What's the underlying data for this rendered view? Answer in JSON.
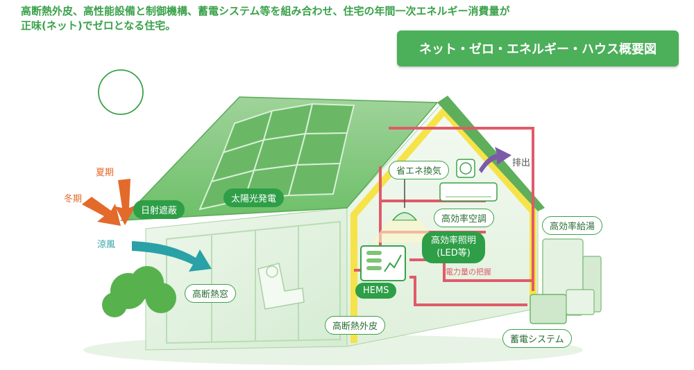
{
  "header": {
    "line1": "高断熱外皮、高性能設備と制御機構、蓄電システム等を組み合わせ、住宅の年間一次エネルギー消費量が",
    "line2": "正味(ネット)でゼロとなる住宅。"
  },
  "title": "ネット・ゼロ・エネルギー・ハウス概要図",
  "labels": {
    "summer": "夏期",
    "winter": "冬期",
    "cool_breeze": "涼風",
    "exhaust": "排出",
    "power_grasp": "電力量の把握"
  },
  "components": {
    "solar": "太陽光発電",
    "shading": "日射遮蔽",
    "window": "高断熱窓",
    "envelope": "高断熱外皮",
    "ventilation": "省エネ換気",
    "aircon": "高効率空調",
    "lighting_line1": "高効率照明",
    "lighting_line2": "(LED等)",
    "hems": "HEMS",
    "water_heater": "高効率給湯",
    "battery": "蓄電システム"
  },
  "colors": {
    "accent_green": "#3aa14a",
    "arrow_orange": "#e36a2b",
    "arrow_teal": "#2aa1a6",
    "arrow_purple": "#7d5aa8",
    "power_line": "#e05a6a",
    "envelope_yellow": "#f6e34a"
  }
}
